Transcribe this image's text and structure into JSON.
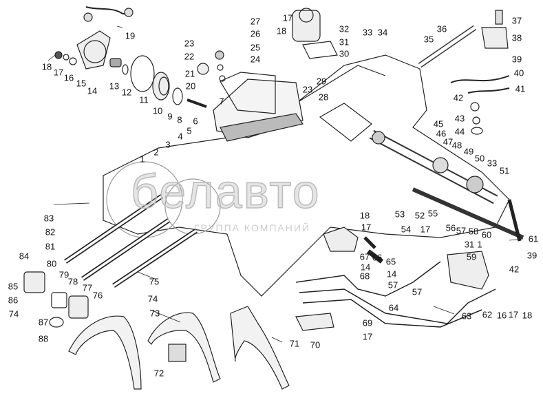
{
  "watermark": {
    "brand": "белавто",
    "subtitle": "ГРУППА КОМПАНИЙ"
  },
  "labels": {
    "l19": "19",
    "l18a": "18",
    "l17a": "17",
    "l16a": "16",
    "l15": "15",
    "l14a": "14",
    "l13": "13",
    "l12": "12",
    "l11": "11",
    "l10": "10",
    "l9": "9",
    "l8": "8",
    "l7": "7",
    "l6": "6",
    "l5": "5",
    "l4": "4",
    "l3": "3",
    "l2": "2",
    "l1a": "1",
    "l23a": "23",
    "l22": "22",
    "l21": "21",
    "l20": "20",
    "l27": "27",
    "l26": "26",
    "l25": "25",
    "l24": "24",
    "l18b": "18",
    "l17b": "17",
    "l32": "32",
    "l31a": "31",
    "l30": "30",
    "l29": "29",
    "l23b": "23",
    "l28": "28",
    "l33a": "33",
    "l34": "34",
    "l36": "36",
    "l35": "35",
    "l37": "37",
    "l38": "38",
    "l39a": "39",
    "l40": "40",
    "l41": "41",
    "l42a": "42",
    "l43": "43",
    "l44": "44",
    "l45": "45",
    "l46": "46",
    "l47": "47",
    "l48": "48",
    "l49": "49",
    "l50": "50",
    "l33b": "33",
    "l51": "51",
    "l83": "83",
    "l82": "82",
    "l81": "81",
    "l84": "84",
    "l80": "80",
    "l79": "79",
    "l78": "78",
    "l77": "77",
    "l76": "76",
    "l75": "75",
    "l85": "85",
    "l86": "86",
    "l74a": "74",
    "l87": "87",
    "l88": "88",
    "l74b": "74",
    "l73": "73",
    "l72": "72",
    "l71": "71",
    "l70": "70",
    "l53": "53",
    "l52": "52",
    "l55": "55",
    "l56": "56",
    "l57a": "57",
    "l58": "58",
    "l18c": "18",
    "l17c": "17",
    "l54": "54",
    "l17d": "17",
    "l60": "60",
    "l31b": "31",
    "l1b": "1",
    "l59": "59",
    "l39b": "39",
    "l42b": "42",
    "l61": "61",
    "l67": "67",
    "l66": "66",
    "l65": "65",
    "l14b": "14",
    "l14c": "14",
    "l68": "68",
    "l57b": "57",
    "l57c": "57",
    "l64": "64",
    "l63": "63",
    "l62": "62",
    "l16b": "16",
    "l17e": "17",
    "l18d": "18",
    "l69": "69",
    "l17f": "17"
  }
}
